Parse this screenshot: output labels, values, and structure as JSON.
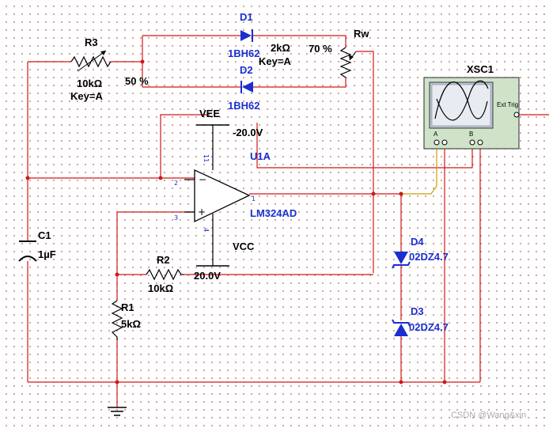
{
  "components": {
    "r3": {
      "ref": "R3",
      "value": "10kΩ",
      "key": "Key=A",
      "percent": "50 %"
    },
    "d1": {
      "ref": "D1",
      "model": "1BH62"
    },
    "d2": {
      "ref": "D2",
      "model": "1BH62"
    },
    "rw": {
      "ref": "Rw",
      "value": "2kΩ",
      "key": "Key=A",
      "percent": "70 %"
    },
    "vee": {
      "ref": "VEE",
      "value": "-20.0V"
    },
    "u1a": {
      "ref": "U1A",
      "model": "LM324AD",
      "pin_minus": "2",
      "pin_plus": "3",
      "pin_out": "1",
      "pin_vneg": "11",
      "pin_vpos": "4"
    },
    "vcc": {
      "ref": "VCC",
      "value": "20.0V"
    },
    "c1": {
      "ref": "C1",
      "value": "1µF"
    },
    "r2": {
      "ref": "R2",
      "value": "10kΩ"
    },
    "r1": {
      "ref": "R1",
      "value": "5kΩ"
    },
    "d4": {
      "ref": "D4",
      "model": "02DZ4.7"
    },
    "d3": {
      "ref": "D3",
      "model": "02DZ4.7"
    },
    "xsc1": {
      "ref": "XSC1",
      "ext_trig": "Ext Trig",
      "ch_a": "A",
      "ch_b": "B"
    }
  },
  "colors": {
    "wire": "#d01818",
    "scope_wire": "#c8a000",
    "label_blue": "#1a2fd0",
    "scope_body": "#cfe3c8",
    "scope_screen": "#b8c4d4"
  },
  "watermark": "CSDN @Wang&xin"
}
